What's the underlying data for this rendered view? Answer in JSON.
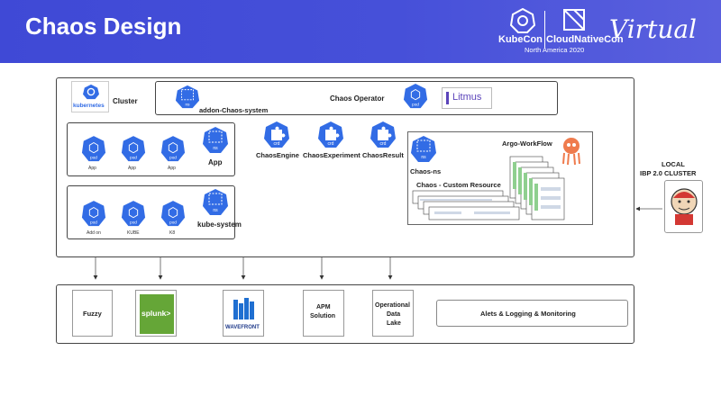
{
  "header": {
    "title": "Chaos Design",
    "kubecon": "KubeCon",
    "cncf": "CloudNativeCon",
    "region": "North America 2020",
    "virtual": "Virtual"
  },
  "cluster": {
    "label": "Cluster",
    "k8s_logo": "kubernetes",
    "operator_title": "Chaos Operator",
    "ns_label": "addon-Chaos-system",
    "litmus": "Litmus",
    "app_label": "App",
    "kube_system_label": "kube-system",
    "crds": [
      "ChaosEngine",
      "ChaosExperiment",
      "ChaosResult"
    ],
    "argo_label": "Argo-WorkFlow",
    "chaos_ns_label": "Chaos-ns",
    "custom_resource_label": "Chaos - Custom Resource",
    "app_pod_captions": [
      "App",
      "App",
      "App"
    ],
    "sys_pod_captions": [
      "Add on",
      "KUBE",
      "K8"
    ]
  },
  "icons": {
    "pod": "pod",
    "ns": "ns",
    "crd": "crd"
  },
  "local": {
    "line1": "LOCAL",
    "line2": "IBP 2.0 CLUSTER"
  },
  "bottom": {
    "fuzzy": "Fuzzy",
    "splunk": "splunk>",
    "wavefront": "WAVEFRONT",
    "apm_line1": "APM",
    "apm_line2": "Solution",
    "lake_line1": "Operational",
    "lake_line2": "Data",
    "lake_line3": "Lake",
    "alerts": "Alets & Logging &  Monitoring"
  },
  "colors": {
    "header": "#4650d9",
    "k8s_blue": "#326ce5",
    "splunk": "#65a637",
    "wavefront": "#1f3a8a"
  }
}
